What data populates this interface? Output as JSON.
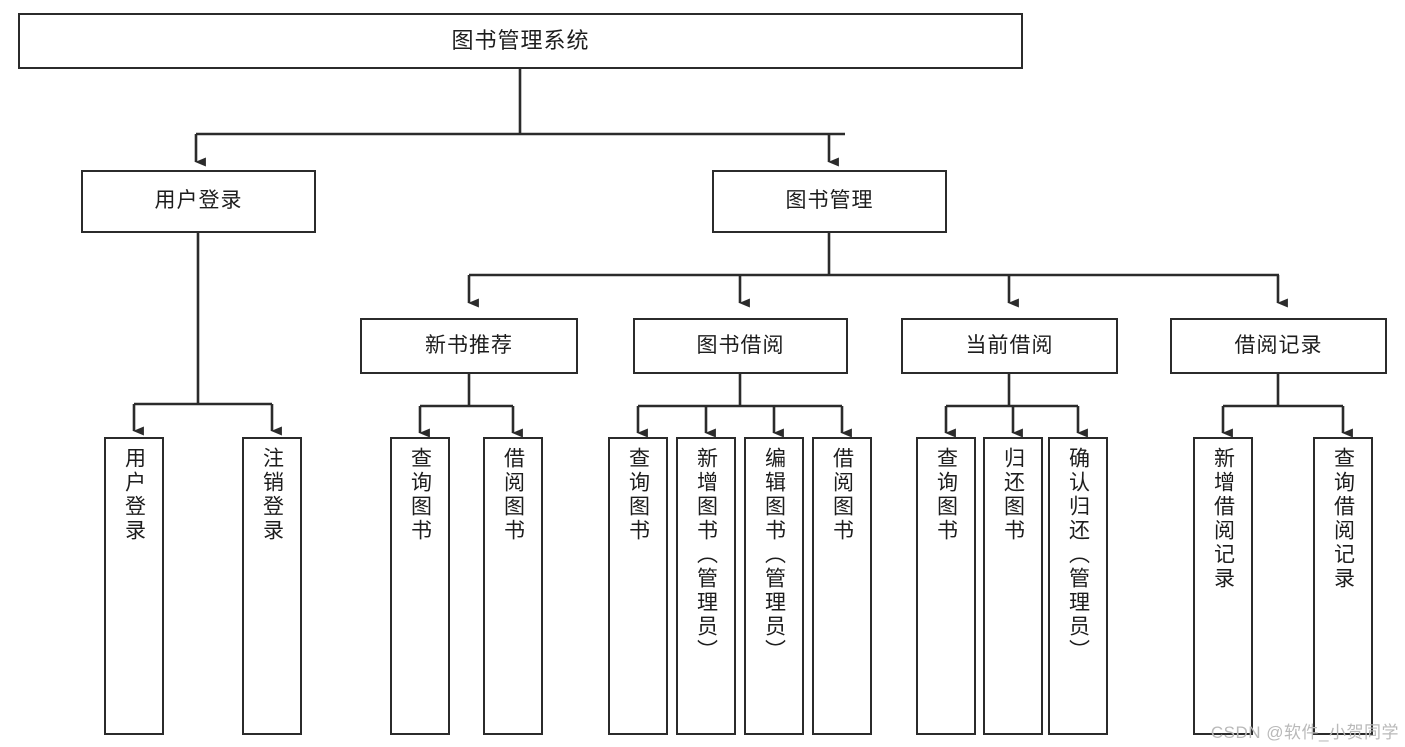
{
  "diagram": {
    "type": "tree-hierarchy-chart",
    "title_text": "图书管理系统",
    "colors": {
      "box_border": "#2b2b2b",
      "box_fill": "#ffffff",
      "connector": "#2b2b2b",
      "text": "#1d1d1d",
      "watermark": "#b9b9b9",
      "background": "#ffffff"
    }
  },
  "root": {
    "label": "图书管理系统"
  },
  "level2": [
    {
      "label": "用户登录"
    },
    {
      "label": "图书管理"
    }
  ],
  "level3": [
    {
      "label": "新书推荐"
    },
    {
      "label": "图书借阅"
    },
    {
      "label": "当前借阅"
    },
    {
      "label": "借阅记录"
    }
  ],
  "leaves": {
    "user_login": [
      {
        "label": "用户登录"
      },
      {
        "label": "注销登录"
      }
    ],
    "new_book_recommend": [
      {
        "label": "查询图书"
      },
      {
        "label": "借阅图书"
      }
    ],
    "book_borrow": [
      {
        "label": "查询图书"
      },
      {
        "label": "新增图书（管理员）"
      },
      {
        "label": "编辑图书（管理员）"
      },
      {
        "label": "借阅图书"
      }
    ],
    "current_borrow": [
      {
        "label": "查询图书"
      },
      {
        "label": "归还图书"
      },
      {
        "label": "确认归还（管理员）"
      }
    ],
    "borrow_record": [
      {
        "label": "新增借阅记录"
      },
      {
        "label": "查询借阅记录"
      }
    ]
  },
  "watermark": {
    "text": "CSDN @软件_小贺同学"
  }
}
